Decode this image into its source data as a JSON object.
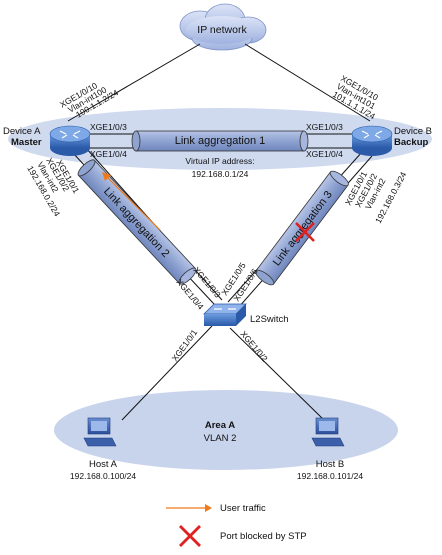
{
  "cloud": {
    "label": "IP network"
  },
  "device_a": {
    "name": "Device A",
    "role": "Master",
    "uplink": [
      "XGE1/0/10",
      "Vlan-int100",
      "100.1.1.2/24"
    ],
    "port_ld1": "XGE1/0/3",
    "port_ld2": "XGE1/0/4",
    "downlink": [
      "XGE1/0/1",
      "XGE1/0/2",
      "Vlan-int2",
      "192.168.0.2/24"
    ]
  },
  "device_b": {
    "name": "Device B",
    "role": "Backup",
    "uplink": [
      "XGE1/0/10",
      "Vlan-int101",
      "101.1.1.1/24"
    ],
    "port_ld1": "XGE1/0/3",
    "port_ld2": "XGE1/0/4",
    "downlink": [
      "XGE1/0/1",
      "XGE1/0/2",
      "Vlan-int2",
      "192.168.0.3/24"
    ]
  },
  "link_agg_1": "Link aggregation 1",
  "link_agg_2": "Link aggregation 2",
  "link_agg_3": "Link aggregation 3",
  "virtual_ip": {
    "line1": "Virtual IP address:",
    "line2": "192.168.0.1/24"
  },
  "l2switch": {
    "name": "L2Switch",
    "ports": [
      "XGE1/0/3",
      "XGE1/0/4",
      "XGE1/0/5",
      "XGE1/0/6",
      "XGE1/0/1",
      "XGE1/0/2"
    ]
  },
  "area": {
    "name": "Area A",
    "vlan": "VLAN 2"
  },
  "host_a": {
    "name": "Host A",
    "ip": "192.168.0.100/24"
  },
  "host_b": {
    "name": "Host B",
    "ip": "192.168.0.101/24"
  },
  "legend": {
    "traffic": "User traffic",
    "blocked": "Port blocked by STP"
  },
  "colors": {
    "ellipse": "#c8d3ec",
    "agg_tube": "#8fa3d1",
    "traffic": "#f07a1a",
    "blocked": "#e02020",
    "device": "#3a6fc0"
  }
}
